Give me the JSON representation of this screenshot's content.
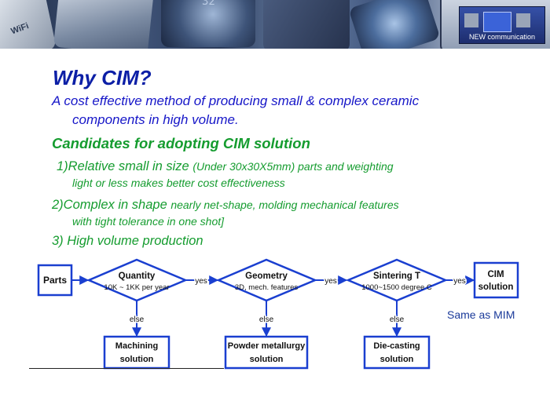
{
  "banner": {
    "wifi_label": "WiFi",
    "digits": "32",
    "screen_caption": "NEW communication"
  },
  "slide": {
    "title": "Why CIM?",
    "intro_line1": "A cost effective method of producing small & complex ceramic",
    "intro_line2": "components in high volume.",
    "candidates_heading": "Candidates for adopting CIM solution",
    "c1_lead": "1)Relative small in size ",
    "c1_paren": "(Under 30x30X5mm)",
    "c1_tail": " parts and weighting",
    "c1_line2": "light or less makes better cost effectiveness",
    "c2_lead": "2)Complex in shape ",
    "c2_tail": "nearly net-shape, molding mechanical features",
    "c2_line2": "with tight tolerance in one shot]",
    "c3": "3) High volume production"
  },
  "flowchart": {
    "start": "Parts",
    "decisions": [
      {
        "title": "Quantity",
        "detail": "10K ~ 1KK per year"
      },
      {
        "title": "Geometry",
        "detail": "3D, mech. features"
      },
      {
        "title": "Sintering T",
        "detail": "1000~1500 degree C"
      }
    ],
    "yes_label": "yes",
    "else_label": "else",
    "end": [
      "CIM",
      "solution"
    ],
    "alternatives": [
      [
        "Machining",
        "solution"
      ],
      [
        "Powder metallurgy",
        "solution"
      ],
      [
        "Die-casting",
        "solution"
      ]
    ],
    "end_note": "Same as MIM"
  }
}
